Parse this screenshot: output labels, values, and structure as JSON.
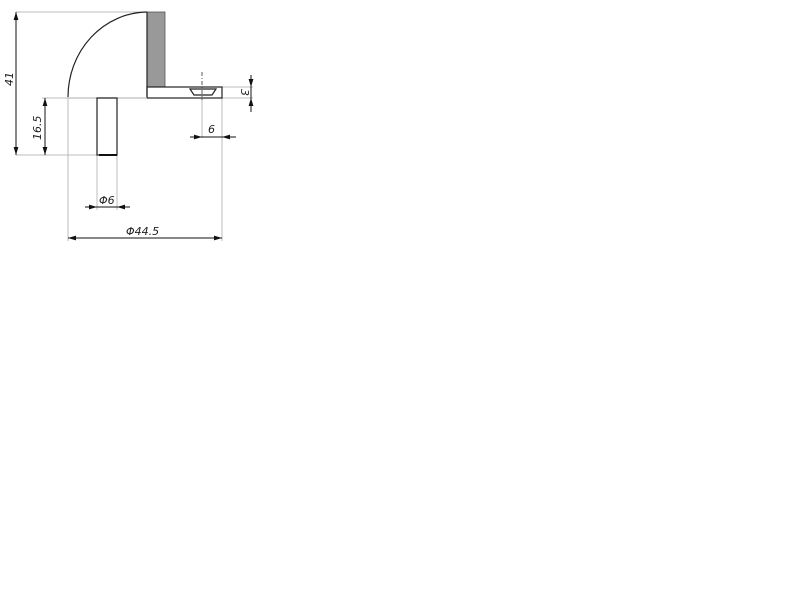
{
  "drawing": {
    "dimensions": {
      "height_total": "41",
      "pin_height": "16.5",
      "pin_diameter": "Φ6",
      "base_diameter": "Φ44.5",
      "hole_offset": "6",
      "plate_thickness": "3"
    },
    "colors": {
      "line": "#222222",
      "extension": "#bdbdbd",
      "wall": "#999999"
    }
  }
}
